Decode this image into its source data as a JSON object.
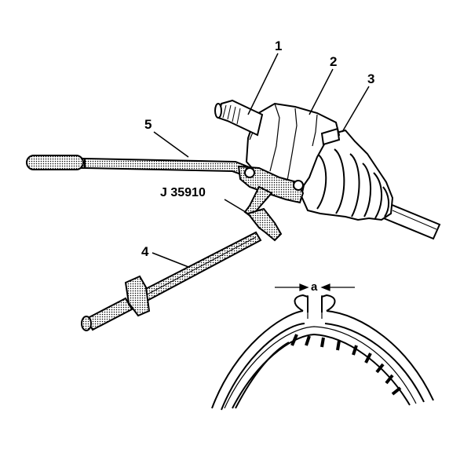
{
  "diagram": {
    "callouts": {
      "c1": "1",
      "c2": "2",
      "c3": "3",
      "c4": "4",
      "c5": "5",
      "tool": "J 35910",
      "gap": "a"
    }
  }
}
